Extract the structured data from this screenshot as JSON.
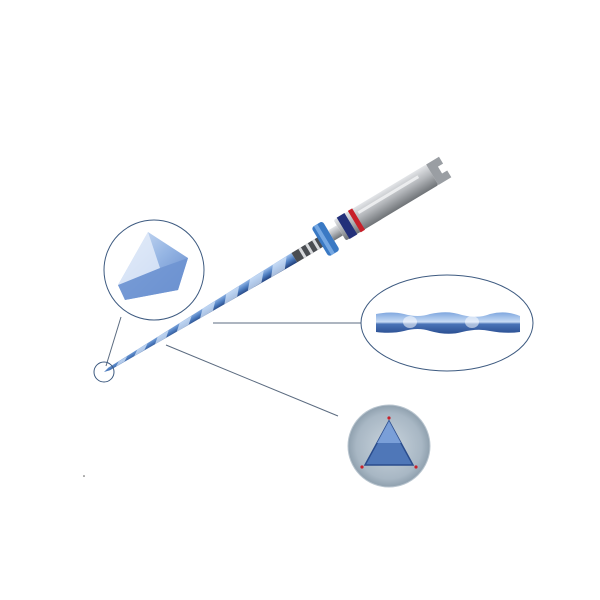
{
  "figure": {
    "subject": "endodontic-rotary-file-instrument",
    "callouts": [
      "tip-detail",
      "flute-detail",
      "cross-section-detail"
    ],
    "colors": {
      "background": "#ffffff",
      "blade": "#5b86c6",
      "blade_dark": "#2a4c8c",
      "shank_metal": "#a9acb0",
      "ring_red": "#c8202a",
      "ring_navy": "#23307a",
      "stopper_blue": "#3a79c4",
      "callout_stroke": "#3d5a80",
      "leader_line": "#5b6b80",
      "cross_section_disc": "#a7b6c3",
      "cross_section_triangle": "#4f77b8"
    }
  }
}
